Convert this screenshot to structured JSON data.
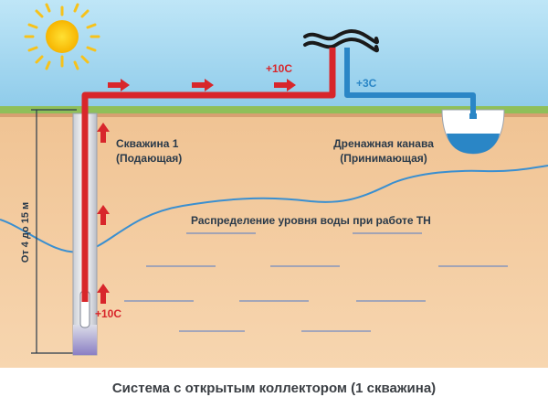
{
  "labels": {
    "well_title": "Скважина 1",
    "well_subtitle": "(Подающая)",
    "canal_title": "Дренажная канава",
    "canal_subtitle": "(Принимающая)",
    "water_level_text": "Распределение уровня воды при работе ТН",
    "temp_supply": "+10С",
    "temp_return": "+3С",
    "temp_bottom": "+10С",
    "depth_range": "От 4 до 15 м"
  },
  "caption": "Система с открытым коллектором (1 скважина)",
  "colors": {
    "sky": "#9fd6f0",
    "ground": "#f2c89a",
    "grass": "#8fbf5a",
    "supply_pipe": "#d8262b",
    "return_pipe": "#2a86c6",
    "water_line": "#3a8fd0"
  },
  "icons": {
    "sun": "sun-icon",
    "air_waves": "air-waves-icon",
    "flow_arrow": "flow-arrow-icon"
  }
}
